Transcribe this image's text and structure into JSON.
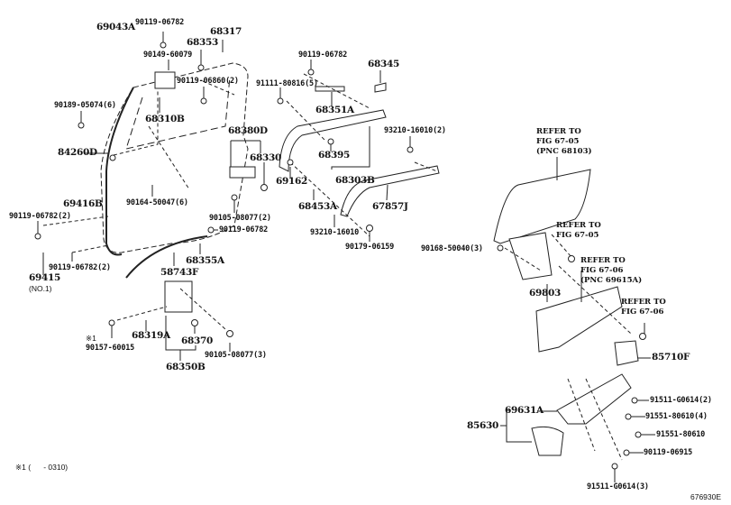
{
  "labels": {
    "p69043A": "69043A",
    "p90119_06782_a": "90119-06782",
    "p68317": "68317",
    "p68353": "68353",
    "p90149_60079": "90149-60079",
    "p90119_06860": "90119-06860(2)",
    "p68310B": "68310B",
    "p90189_05074": "90189-05074(6)",
    "p84260D": "84260D",
    "p68380D": "68380D",
    "p68330": "68330",
    "p90164_50047": "90164-50047(6)",
    "p90105_08077_2": "90105-08077(2)",
    "p90119_06782_b": "90119-06782",
    "p69416B": "69416B",
    "p90119_06782_c": "90119-06782(2)",
    "p90119_06782_d": "90119-06782(2)",
    "p69415": "69415",
    "p69415_sub": "(NO.1)",
    "p68355A": "68355A",
    "p58743F": "58743F",
    "p90157_mark": "※1",
    "p90157_60015": "90157-60015",
    "p68319A": "68319A",
    "p68370": "68370",
    "p68350B": "68350B",
    "p90105_08077_3": "90105-08077(3)",
    "p90119_06782_e": "90119-06782",
    "p68345": "68345",
    "p91111_80816": "91111-80816(5)",
    "p68351A": "68351A",
    "p93210_16010_2": "93210-16010(2)",
    "p68395": "68395",
    "p69162": "69162",
    "p68303B": "68303B",
    "p68453A": "68453A",
    "p67857J": "67857J",
    "p93210_16010": "93210-16010",
    "p90179_06159": "90179-06159",
    "p90168_50040": "90168-50040(3)",
    "p69803": "69803",
    "p85710F": "85710F",
    "p69631A": "69631A",
    "p85630": "85630",
    "p91511_G0614_2": "91511-G0614(2)",
    "p91551_80610_4": "91551-80610(4)",
    "p91551_80610": "91551-80610",
    "p90119_06915": "90119-06915",
    "p91511_G0614_3": "91511-G0614(3)"
  },
  "refs": {
    "r1": [
      "REFER TO",
      "FIG 67-05",
      "(PNC 68103)"
    ],
    "r2": [
      "REFER TO",
      "FIG 67-05"
    ],
    "r3": [
      "REFER TO",
      "FIG 67-06",
      "(PNC 69615A)"
    ],
    "r4": [
      "REFER TO",
      "FIG 67-06"
    ]
  },
  "footnote": "※1 (      - 0310)",
  "illustration_id": "676930E"
}
